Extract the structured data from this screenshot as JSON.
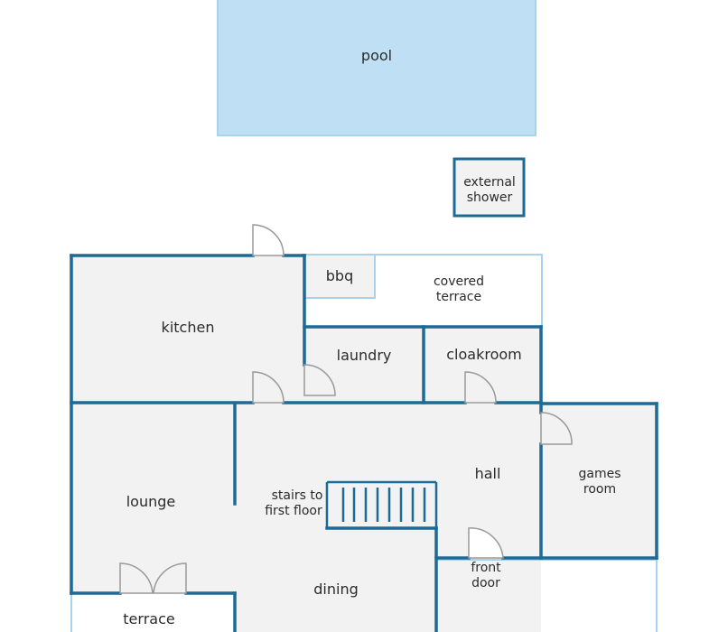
{
  "colors": {
    "wall": "#1d6a96",
    "wall_light": "#a9d2ec",
    "floor": "#f2f2f2",
    "pool": "#bfe0f4",
    "text": "#2b2b2b",
    "door": "#9a9a9a"
  },
  "labels": {
    "pool": "pool",
    "external_shower_1": "external",
    "external_shower_2": "shower",
    "bbq": "bbq",
    "covered_terrace_1": "covered",
    "covered_terrace_2": "terrace",
    "kitchen": "kitchen",
    "laundry": "laundry",
    "cloakroom": "cloakroom",
    "hall": "hall",
    "games_room_1": "games",
    "games_room_2": "room",
    "lounge": "lounge",
    "stairs_1": "stairs to",
    "stairs_2": "first floor",
    "dining": "dining",
    "front_door_1": "front",
    "front_door_2": "door",
    "terrace": "terrace"
  }
}
